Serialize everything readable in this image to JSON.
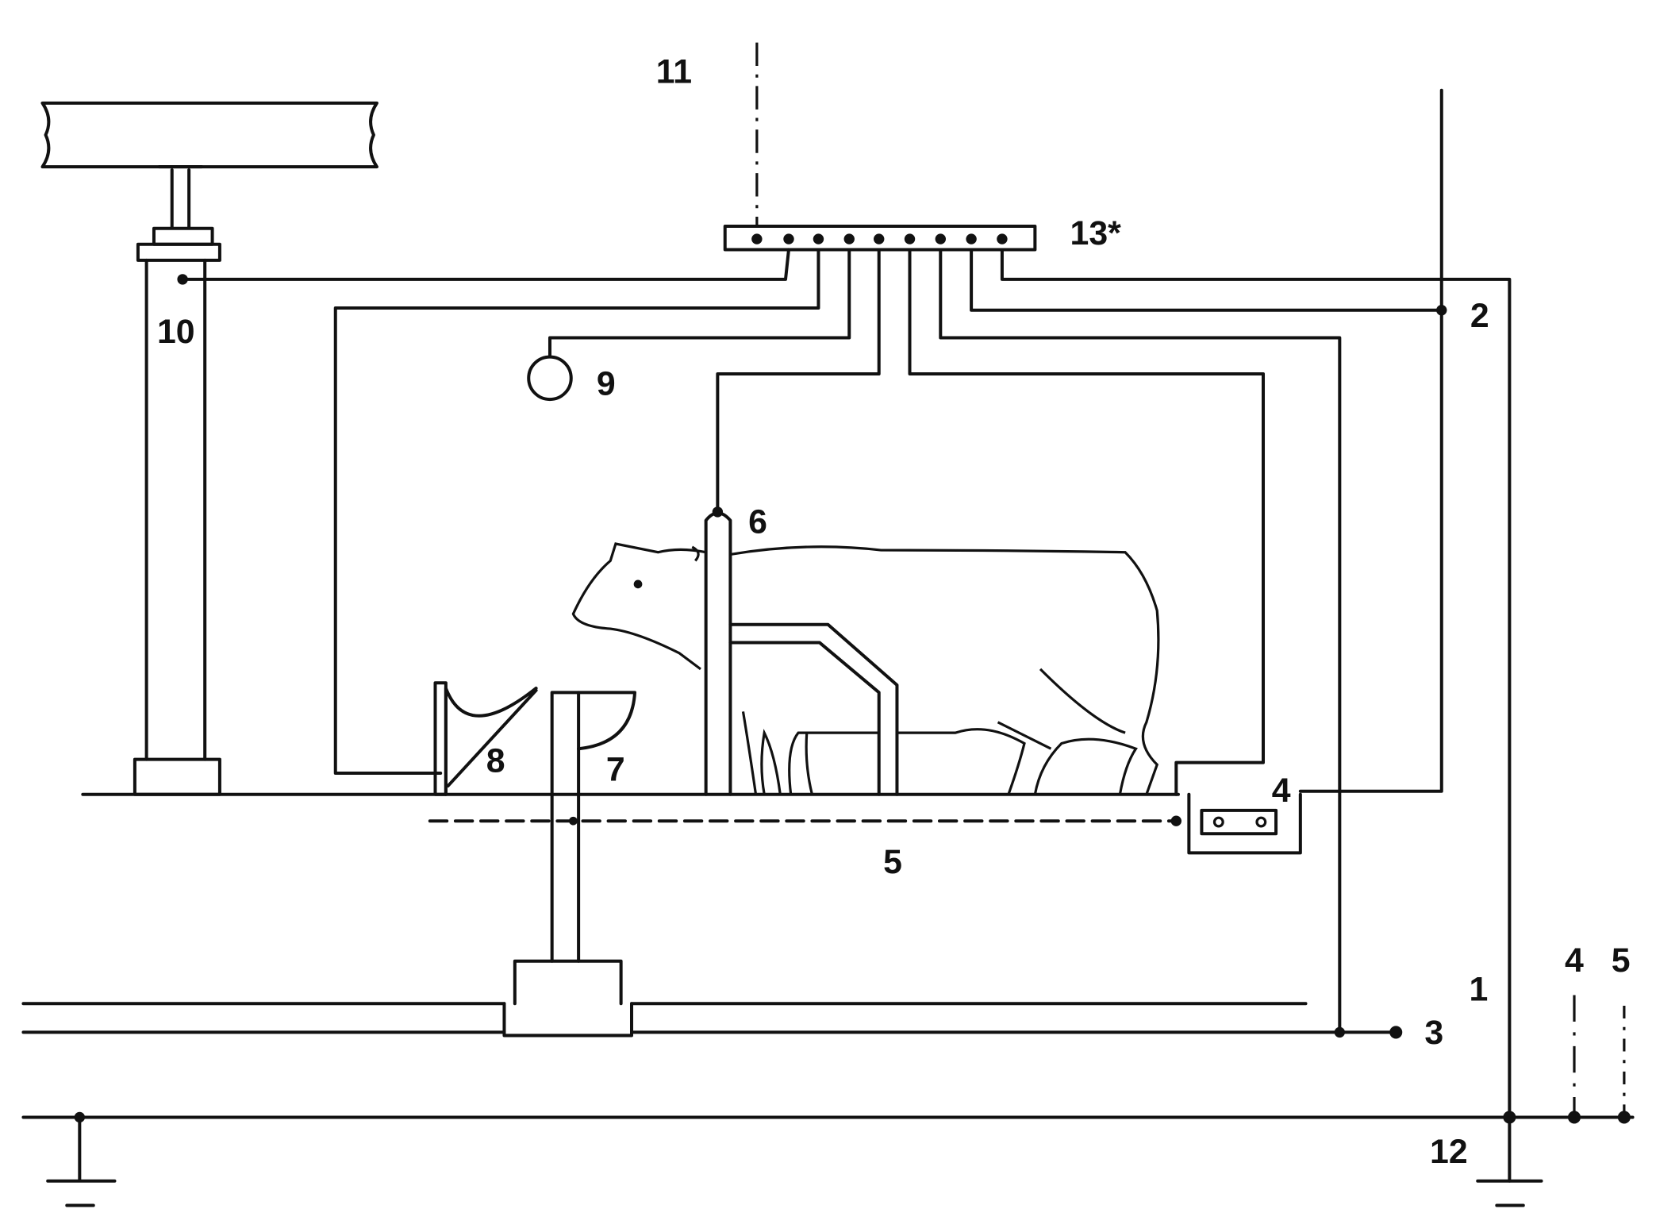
{
  "diagram": {
    "labels": {
      "l1": "1",
      "l2": "2",
      "l3": "3",
      "l4_trough": "4",
      "l5_grid": "5",
      "l6": "6",
      "l7": "7",
      "l8": "8",
      "l9": "9",
      "l10": "10",
      "l11": "11",
      "l12": "12",
      "l13": "13*",
      "l4_right": "4",
      "l5_right": "5"
    },
    "colors": {
      "ink": "#111111",
      "background": "#ffffff"
    }
  }
}
